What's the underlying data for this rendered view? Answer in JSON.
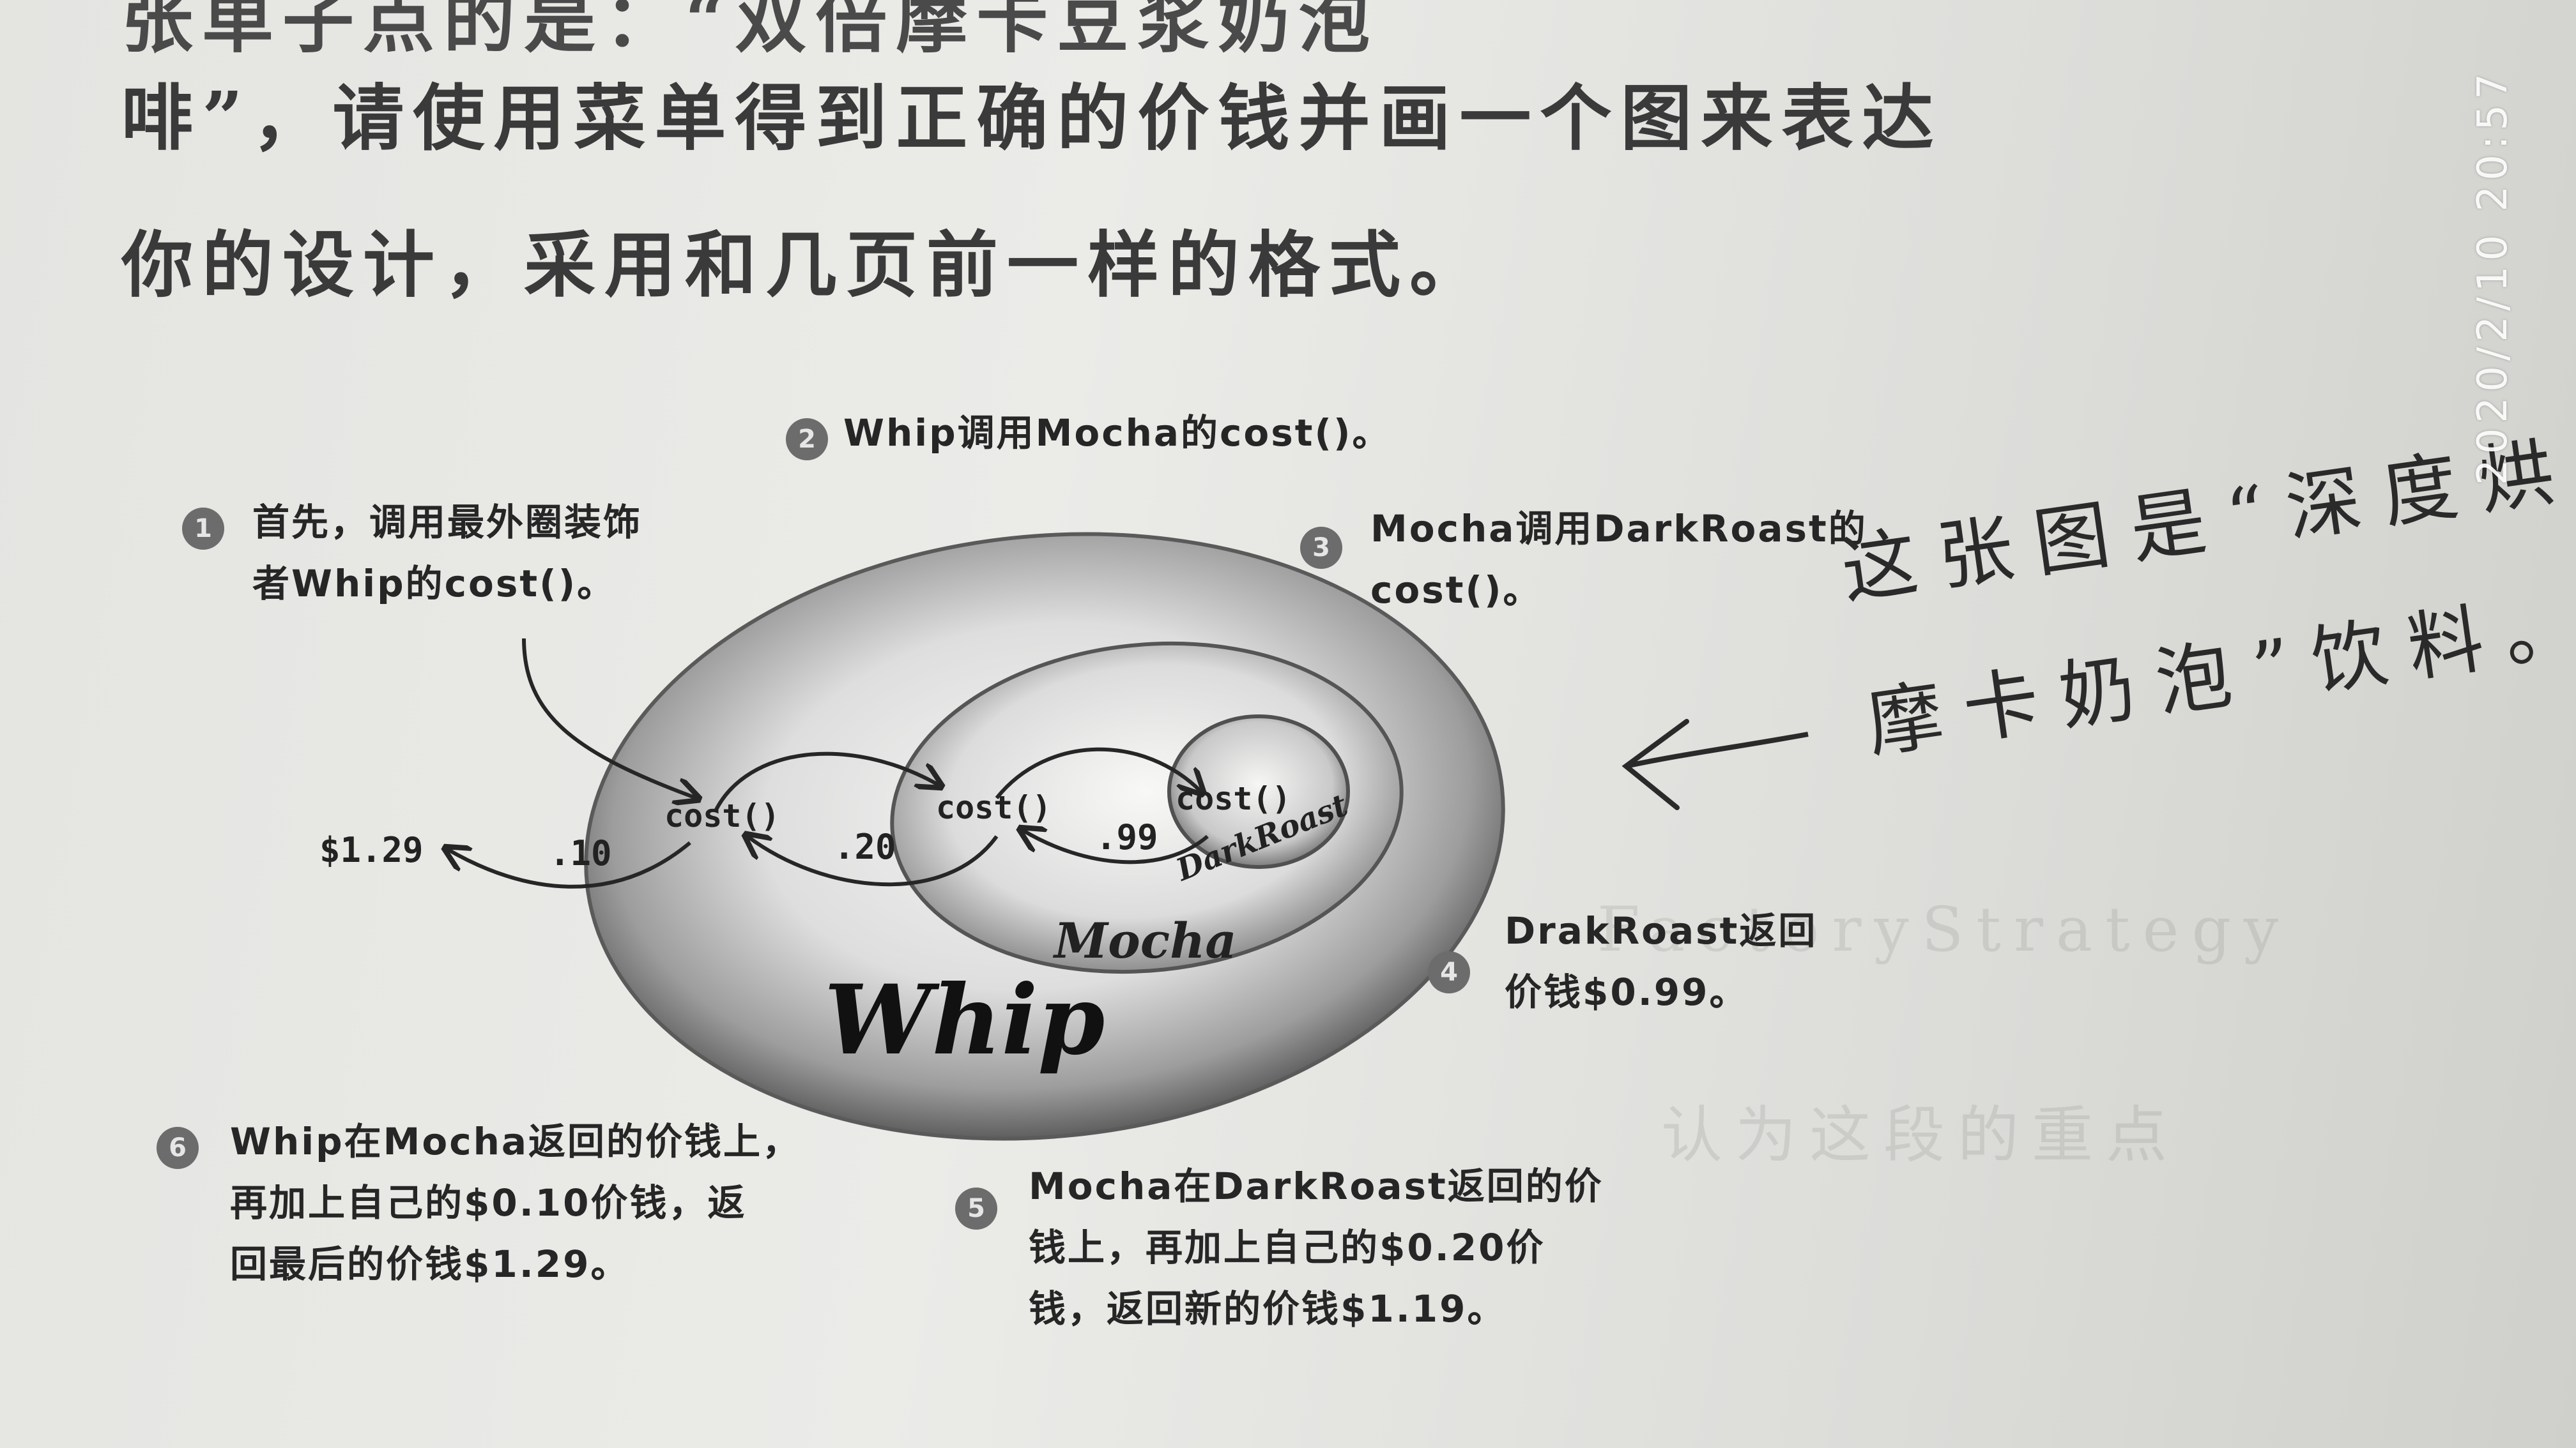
{
  "page_text": {
    "partial_top_line": "张单子点的是：“双倍摩卡豆浆奶泡",
    "line1": "啡”，请使用菜单得到正确的价钱并画一个图来表达",
    "line2": "你的设计，采用和几页前一样的格式。"
  },
  "steps": [
    {
      "num": "1",
      "lines": [
        "首先，调用最外圈装饰",
        "者Whip的cost()。"
      ]
    },
    {
      "num": "2",
      "lines": [
        "Whip调用Mocha的cost()。"
      ]
    },
    {
      "num": "3",
      "lines": [
        "Mocha调用DarkRoast的",
        "cost()。"
      ]
    },
    {
      "num": "4",
      "lines": [
        "DrakRoast返回",
        "价钱$0.99。"
      ]
    },
    {
      "num": "5",
      "lines": [
        "Mocha在DarkRoast返回的价",
        "钱上，再加上自己的$0.20价",
        "钱，返回新的价钱$1.19。"
      ]
    },
    {
      "num": "6",
      "lines": [
        "Whip在Mocha返回的价钱上，",
        "再加上自己的$0.10价钱，返",
        "回最后的价钱$1.29。"
      ]
    }
  ],
  "diagram": {
    "outer_label": "Whip",
    "middle_label": "Mocha",
    "inner_label": "DarkRoast",
    "cost_call": "cost()",
    "values": {
      "total": "$1.29",
      "whip": ".10",
      "mocha": ".20",
      "darkroast": ".99"
    }
  },
  "handwritten_note": {
    "line1": "这张图是“深度烘焙",
    "line2": "摩卡奶泡”饮料。"
  },
  "timestamp": "2020/2/10  20:57",
  "colors": {
    "ink": "#262626",
    "paper": "#e8e8e5",
    "step_badge": "#6c6c6c"
  }
}
